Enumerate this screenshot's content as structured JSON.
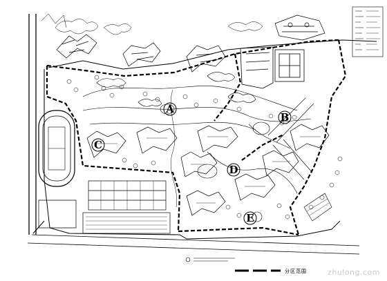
{
  "drawing": {
    "title": "分区范围",
    "watermark": "zhulong.com",
    "zones": [
      "A",
      "B",
      "C",
      "D",
      "E"
    ]
  }
}
